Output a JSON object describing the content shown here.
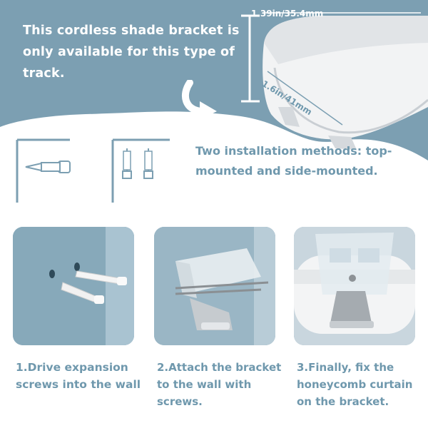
{
  "headline": "This cordless shade bracket is only available for this type of track.",
  "dimensions": {
    "width": "1.39in/35.4mm",
    "depth": "1.6in/41mm"
  },
  "methods": {
    "text": "Two installation methods: top-mounted and side-mounted."
  },
  "steps": [
    {
      "caption": "1.Drive expansion screws into the wall"
    },
    {
      "caption": "2.Attach the bracket to the wall with screws."
    },
    {
      "caption": "3.Finally, fix the honeycomb curtain on the bracket."
    }
  ],
  "colors": {
    "accent_blue": "#7c9fb2",
    "text_blue": "#6f98ad",
    "white": "#ffffff"
  }
}
